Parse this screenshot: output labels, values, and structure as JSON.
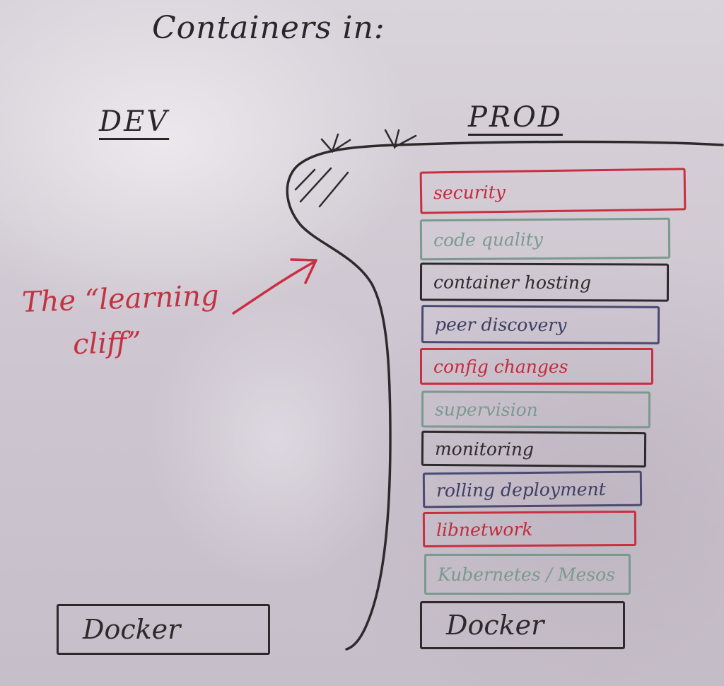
{
  "title": "Containers in:",
  "dev": {
    "heading": "DEV",
    "docker_label": "Docker"
  },
  "prod": {
    "heading": "PROD",
    "layers": [
      {
        "label": "security",
        "color": "red"
      },
      {
        "label": "code quality",
        "color": "green"
      },
      {
        "label": "container hosting",
        "color": "black"
      },
      {
        "label": "peer discovery",
        "color": "blue"
      },
      {
        "label": "config changes",
        "color": "red"
      },
      {
        "label": "supervision",
        "color": "green"
      },
      {
        "label": "monitoring",
        "color": "black"
      },
      {
        "label": "rolling deployment",
        "color": "blue"
      },
      {
        "label": "libnetwork",
        "color": "red"
      },
      {
        "label": "Kubernetes / Mesos",
        "color": "green"
      }
    ],
    "docker_label": "Docker"
  },
  "annotation": {
    "line1": "The “learning",
    "line2": "cliff”"
  },
  "colors": {
    "red": "#c92f40",
    "green": "#7a9a8f",
    "black": "#2e2a2c",
    "blue": "#4b4a72"
  }
}
